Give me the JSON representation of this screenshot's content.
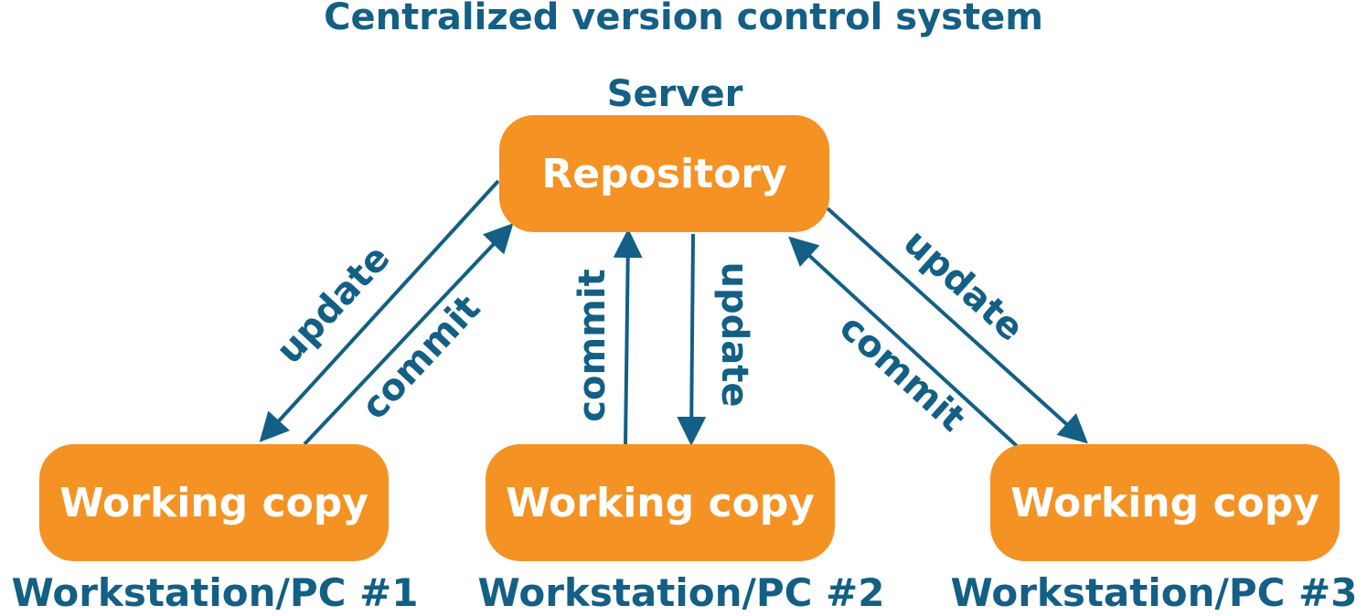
{
  "title": "Centralized version control system",
  "server": {
    "label": "Server",
    "node_label": "Repository"
  },
  "workstations": [
    {
      "node_label": "Working copy",
      "label": "Workstation/PC #1"
    },
    {
      "node_label": "Working copy",
      "label": "Workstation/PC #2"
    },
    {
      "node_label": "Working copy",
      "label": "Workstation/PC #3"
    }
  ],
  "edges": [
    {
      "label": "update",
      "from": "Repository",
      "to": "Workstation/PC #1"
    },
    {
      "label": "commit",
      "from": "Workstation/PC #1",
      "to": "Repository"
    },
    {
      "label": "commit",
      "from": "Workstation/PC #2",
      "to": "Repository"
    },
    {
      "label": "update",
      "from": "Repository",
      "to": "Workstation/PC #2"
    },
    {
      "label": "commit",
      "from": "Workstation/PC #3",
      "to": "Repository"
    },
    {
      "label": "update",
      "from": "Repository",
      "to": "Workstation/PC #3"
    }
  ],
  "colors": {
    "node_fill": "#f49224",
    "node_text": "#ffffff",
    "accent": "#135f85"
  }
}
